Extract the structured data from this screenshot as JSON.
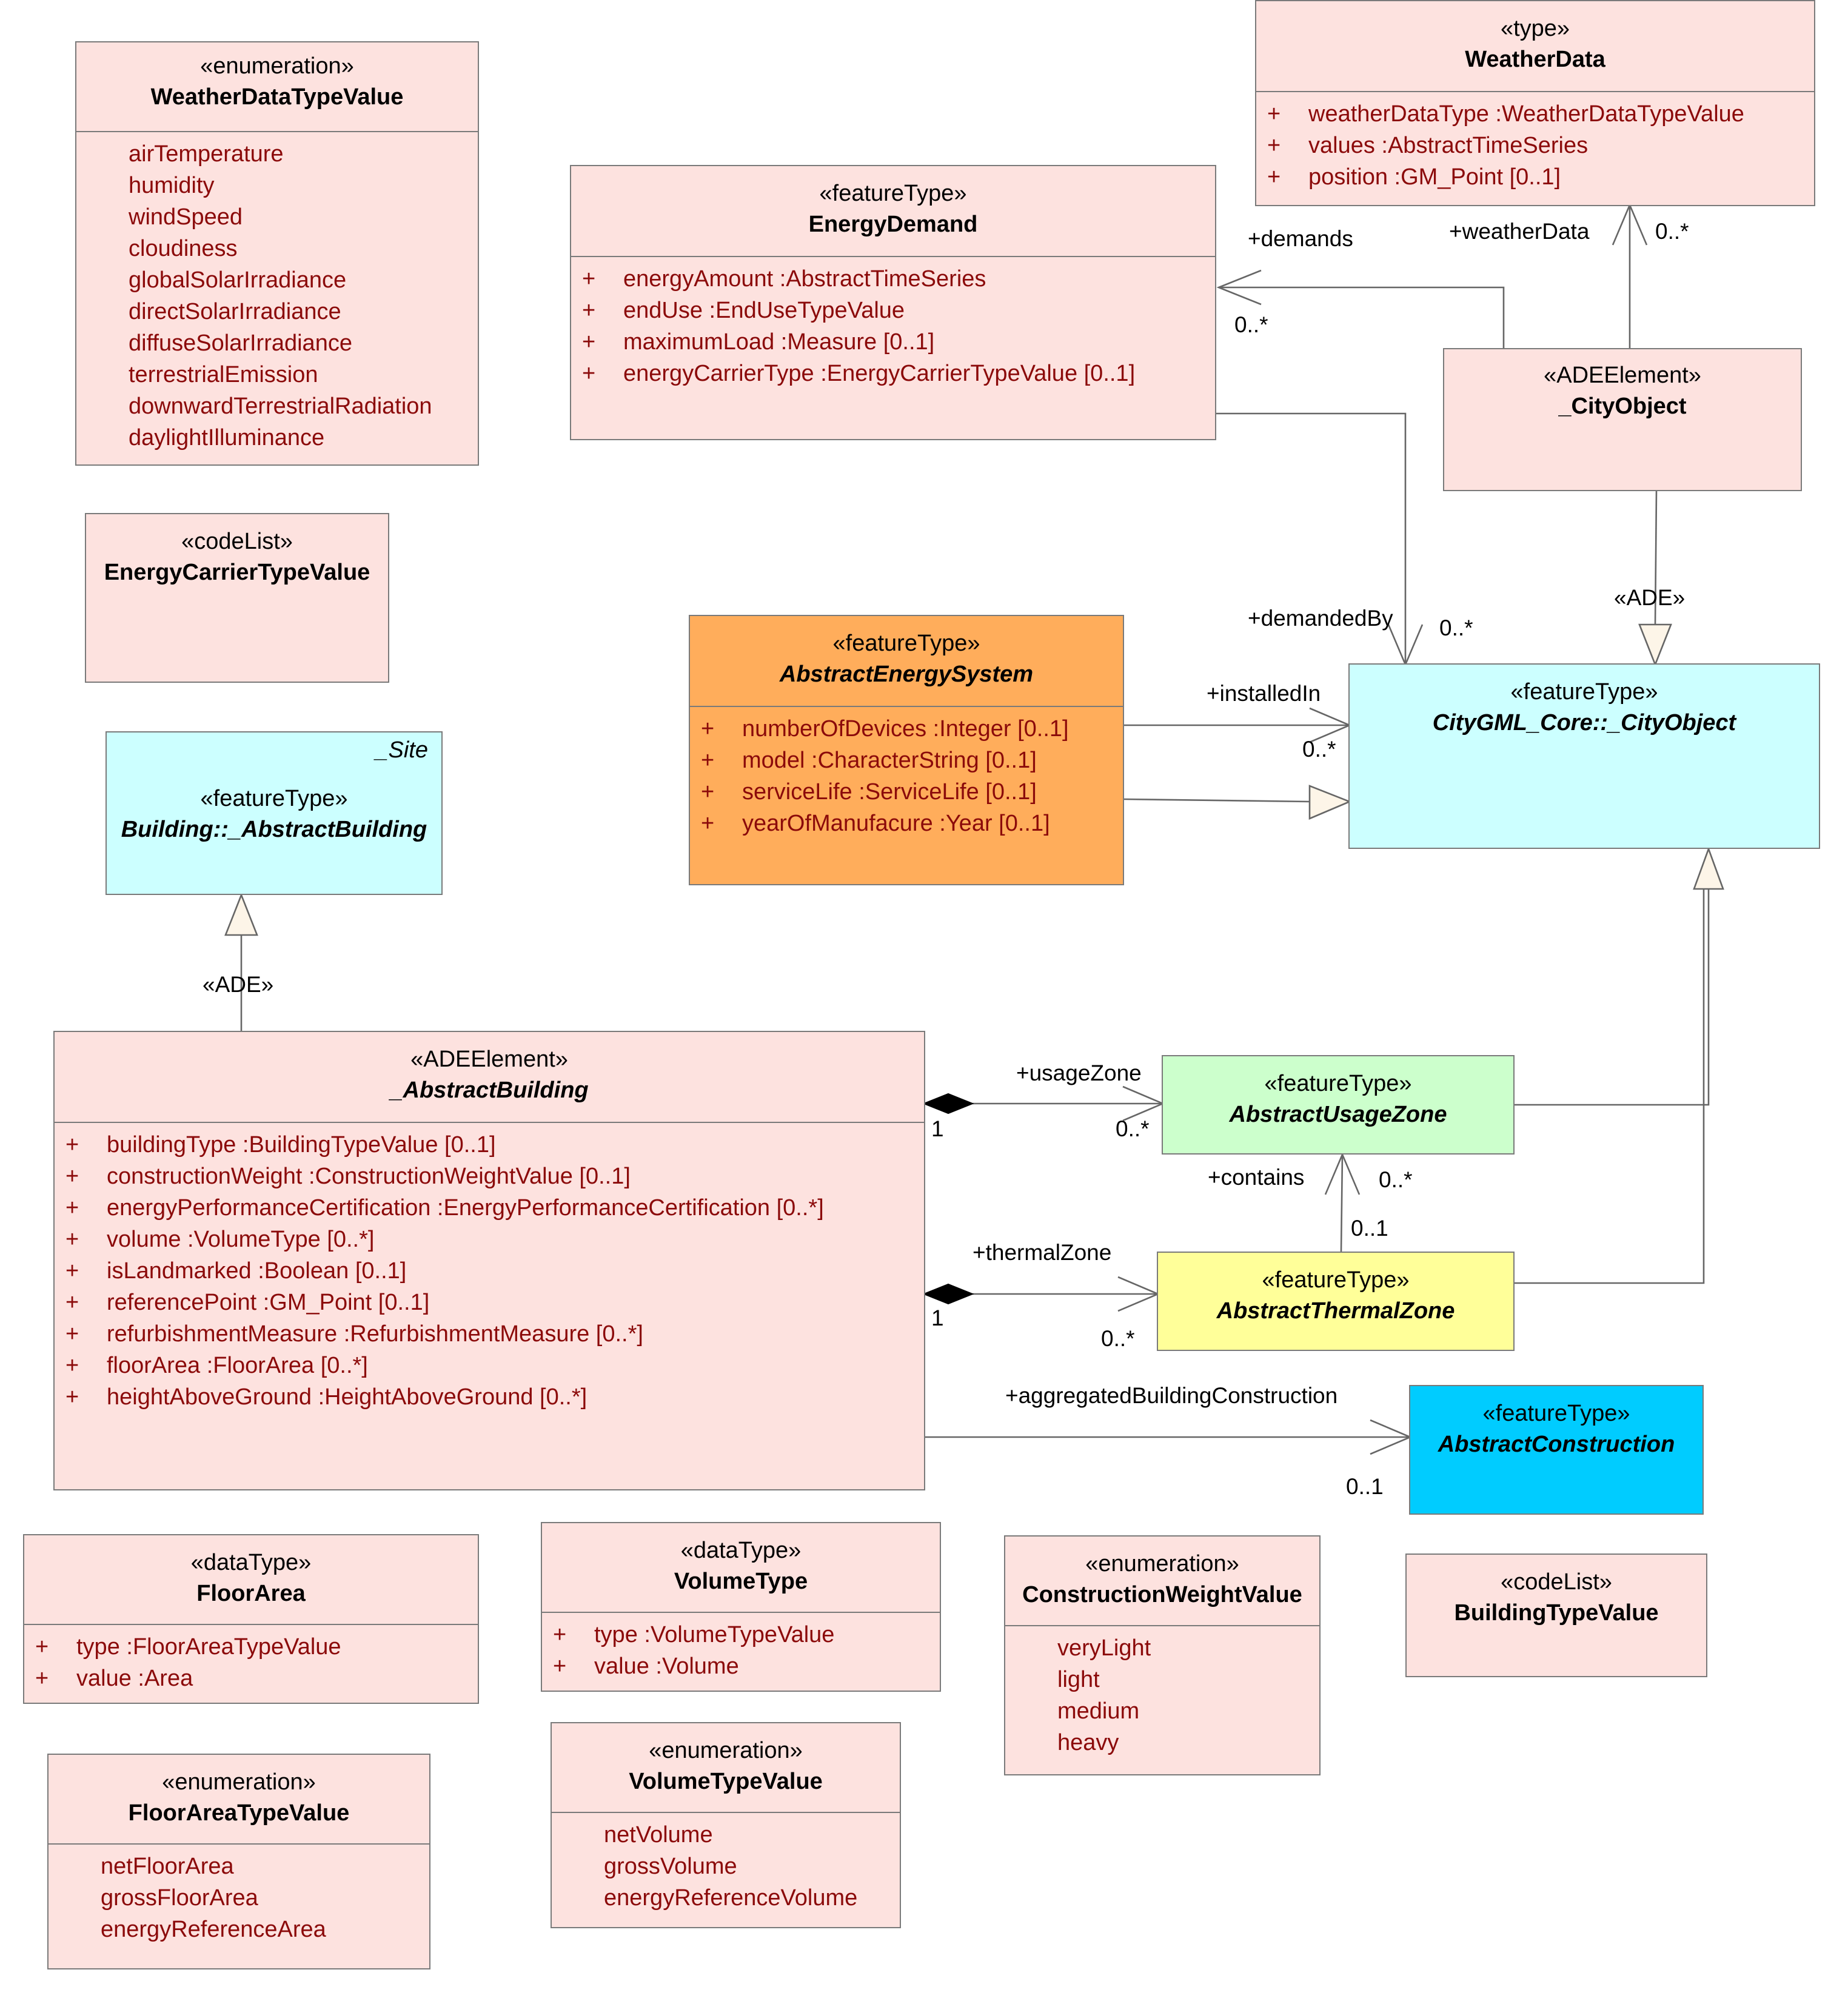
{
  "classes": {
    "weatherDataTypeValue": {
      "stereotype": "«enumeration»",
      "name": "WeatherDataTypeValue",
      "literals": [
        "airTemperature",
        "humidity",
        "windSpeed",
        "cloudiness",
        "globalSolarIrradiance",
        "directSolarIrradiance",
        "diffuseSolarIrradiance",
        "terrestrialEmission",
        "downwardTerrestrialRadiation",
        "daylightIlluminance"
      ]
    },
    "weatherData": {
      "stereotype": "«type»",
      "name": "WeatherData",
      "attributes": [
        {
          "vis": "+",
          "text": "weatherDataType  :WeatherDataTypeValue"
        },
        {
          "vis": "+",
          "text": "values  :AbstractTimeSeries"
        },
        {
          "vis": "+",
          "text": "position  :GM_Point [0..1]"
        }
      ]
    },
    "energyDemand": {
      "stereotype": "«featureType»",
      "name": "EnergyDemand",
      "attributes": [
        {
          "vis": "+",
          "text": "energyAmount  :AbstractTimeSeries"
        },
        {
          "vis": "+",
          "text": "endUse  :EndUseTypeValue"
        },
        {
          "vis": "+",
          "text": "maximumLoad  :Measure [0..1]"
        },
        {
          "vis": "+",
          "text": "energyCarrierType  :EnergyCarrierTypeValue [0..1]"
        }
      ]
    },
    "cityObjectADE": {
      "stereotype": "«ADEElement»",
      "name": "_CityObject"
    },
    "energyCarrierTypeValue": {
      "stereotype": "«codeList»",
      "name": "EnergyCarrierTypeValue"
    },
    "abstractEnergySystem": {
      "stereotype": "«featureType»",
      "name": "AbstractEnergySystem",
      "attributes": [
        {
          "vis": "+",
          "text": "numberOfDevices  :Integer [0..1]"
        },
        {
          "vis": "+",
          "text": "model  :CharacterString [0..1]"
        },
        {
          "vis": "+",
          "text": "serviceLife  :ServiceLife [0..1]"
        },
        {
          "vis": "+",
          "text": "yearOfManufacure  :Year [0..1]"
        }
      ]
    },
    "coreCityObject": {
      "stereotype": "«featureType»",
      "name": "CityGML_Core::_CityObject"
    },
    "buildingAbstract": {
      "parent_tag": "_Site",
      "stereotype": "«featureType»",
      "name": "Building::_AbstractBuilding"
    },
    "abstractBuildingADE": {
      "stereotype": "«ADEElement»",
      "name": "_AbstractBuilding",
      "attributes": [
        {
          "vis": "+",
          "text": "buildingType  :BuildingTypeValue [0..1]"
        },
        {
          "vis": "+",
          "text": "constructionWeight  :ConstructionWeightValue [0..1]"
        },
        {
          "vis": "+",
          "text": "energyPerformanceCertification  :EnergyPerformanceCertification [0..*]"
        },
        {
          "vis": "+",
          "text": "volume  :VolumeType [0..*]"
        },
        {
          "vis": "+",
          "text": "isLandmarked  :Boolean [0..1]"
        },
        {
          "vis": "+",
          "text": "referencePoint  :GM_Point [0..1]"
        },
        {
          "vis": "+",
          "text": "refurbishmentMeasure  :RefurbishmentMeasure [0..*]"
        },
        {
          "vis": "+",
          "text": "floorArea  :FloorArea [0..*]"
        },
        {
          "vis": "+",
          "text": "heightAboveGround  :HeightAboveGround [0..*]"
        }
      ]
    },
    "abstractUsageZone": {
      "stereotype": "«featureType»",
      "name": "AbstractUsageZone"
    },
    "abstractThermalZone": {
      "stereotype": "«featureType»",
      "name": "AbstractThermalZone"
    },
    "abstractConstruction": {
      "stereotype": "«featureType»",
      "name": "AbstractConstruction"
    },
    "floorArea": {
      "stereotype": "«dataType»",
      "name": "FloorArea",
      "attributes": [
        {
          "vis": "+",
          "text": "type  :FloorAreaTypeValue"
        },
        {
          "vis": "+",
          "text": "value  :Area"
        }
      ]
    },
    "volumeType": {
      "stereotype": "«dataType»",
      "name": "VolumeType",
      "attributes": [
        {
          "vis": "+",
          "text": "type  :VolumeTypeValue"
        },
        {
          "vis": "+",
          "text": "value  :Volume"
        }
      ]
    },
    "constructionWeightValue": {
      "stereotype": "«enumeration»",
      "name": "ConstructionWeightValue",
      "literals": [
        "veryLight",
        "light",
        "medium",
        "heavy"
      ]
    },
    "buildingTypeValue": {
      "stereotype": "«codeList»",
      "name": "BuildingTypeValue"
    },
    "floorAreaTypeValue": {
      "stereotype": "«enumeration»",
      "name": "FloorAreaTypeValue",
      "literals": [
        "netFloorArea",
        "grossFloorArea",
        "energyReferenceArea"
      ]
    },
    "volumeTypeValue": {
      "stereotype": "«enumeration»",
      "name": "VolumeTypeValue",
      "literals": [
        "netVolume",
        "grossVolume",
        "energyReferenceVolume"
      ]
    }
  },
  "labels": {
    "demands": "+demands",
    "demands_mult": "0..*",
    "weatherData": "+weatherData",
    "weatherData_mult": "0..*",
    "demandedBy": "+demandedBy",
    "demandedBy_mult": "0..*",
    "ade_city": "«ADE»",
    "installedIn": "+installedIn",
    "installedIn_mult": "0..*",
    "ade_building": "«ADE»",
    "usageZone": "+usageZone",
    "usageZone_one": "1",
    "usageZone_mult": "0..*",
    "contains": "+contains",
    "contains_mult": "0..*",
    "contains_mult_src": "0..1",
    "thermalZone": "+thermalZone",
    "thermalZone_one": "1",
    "thermalZone_mult": "0..*",
    "aggregatedBuildingConstruction": "+aggregatedBuildingConstruction",
    "aggregated_mult": "0..1"
  },
  "colors": {
    "class_fill": "#fde2df",
    "core_fill": "#ccffff",
    "energy_system_fill": "#ffad5b",
    "usage_zone_fill": "#ccffcc",
    "thermal_zone_fill": "#ffff99",
    "construction_fill": "#00ccff",
    "attribute_text": "#8b0a0a",
    "line": "#7a7a7a"
  }
}
